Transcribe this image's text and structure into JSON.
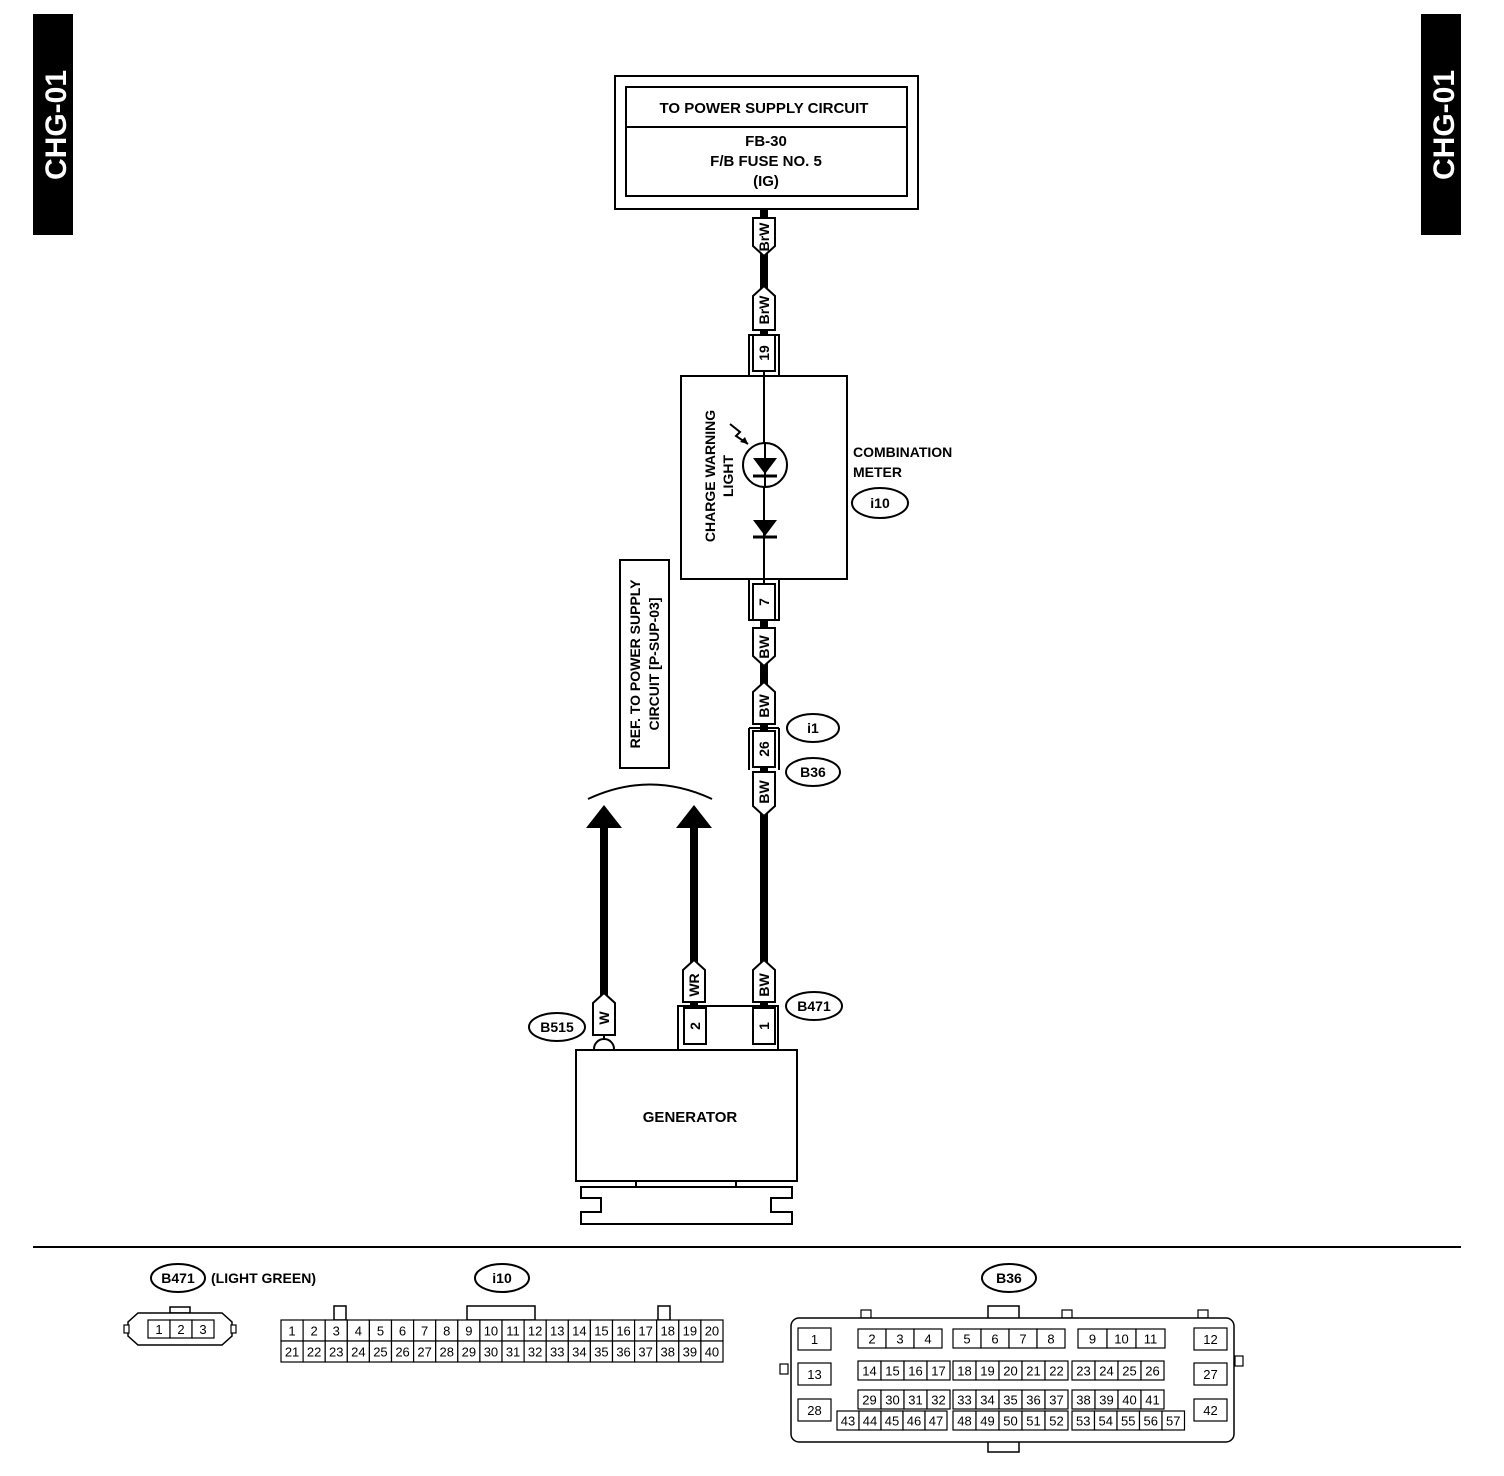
{
  "page_tab": "CHG-01",
  "power_box": {
    "header": "TO POWER SUPPLY CIRCUIT",
    "line1": "FB-30",
    "line2": "F/B FUSE NO. 5",
    "line3": "(IG)"
  },
  "wire_labels": {
    "brw_top": "BrW",
    "brw_mid": "BrW",
    "bw1": "BW",
    "bw2": "BW",
    "bw3": "BW",
    "bw4": "BW",
    "wr": "WR",
    "w": "W"
  },
  "pins": {
    "meter_in": "19",
    "meter_out": "7",
    "i1_b36": "26",
    "gen_2": "2",
    "gen_1": "1"
  },
  "meter": {
    "lamp_label_1": "CHARGE WARNING",
    "lamp_label_2": "LIGHT",
    "name_1": "COMBINATION",
    "name_2": "METER",
    "connector": "i10"
  },
  "connectors": {
    "i1": "i1",
    "b36": "B36",
    "b471": "B471",
    "b515": "B515"
  },
  "ref_box": {
    "line1": "REF. TO POWER SUPPLY",
    "line2": "CIRCUIT [P-SUP-03]"
  },
  "generator": "GENERATOR",
  "legend": {
    "b471_name": "B471",
    "b471_note": "(LIGHT GREEN)",
    "i10_name": "i10",
    "b36_name": "B36"
  }
}
